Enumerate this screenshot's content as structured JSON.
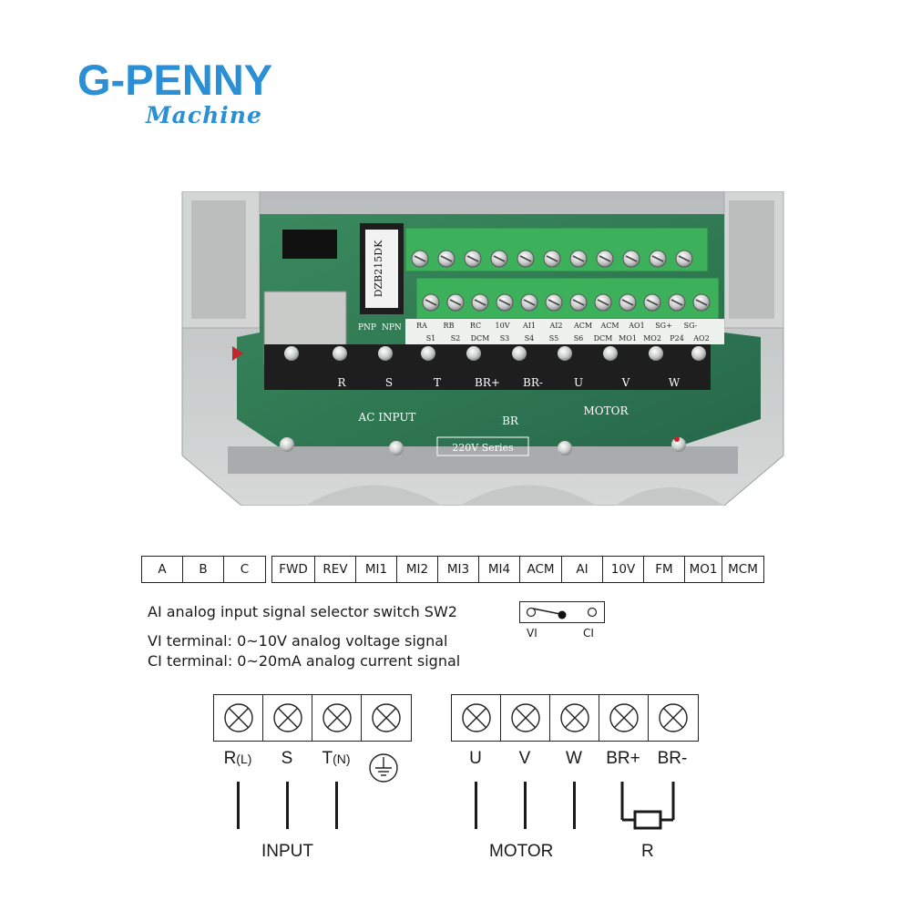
{
  "logo": {
    "main": "G-PENNY",
    "sub": "Machine"
  },
  "photo": {
    "board_code": "DZB215DK",
    "jumper_labels": [
      "PNP",
      "NPN"
    ],
    "control_top_labels": [
      "RA",
      "RB",
      "RC",
      "10V",
      "AI1",
      "AI2",
      "ACM",
      "ACM",
      "AO1",
      "SG+",
      "SG-"
    ],
    "control_bottom_labels": [
      "S1",
      "S2",
      "DCM",
      "S3",
      "S4",
      "S5",
      "S6",
      "DCM",
      "MO1",
      "MO2",
      "P24",
      "AO2"
    ],
    "power_labels": [
      "R",
      "S",
      "T",
      "BR+",
      "BR-",
      "U",
      "V",
      "W"
    ],
    "ac_input_label": "AC INPUT",
    "br_label": "BR",
    "motor_label": "MOTOR",
    "series_label": "220V Series",
    "colors": {
      "board": "#2f7a52",
      "terminal_green": "#3cb05a",
      "housing": "#c9cbcb"
    }
  },
  "control_strip_left": [
    "A",
    "B",
    "C"
  ],
  "control_strip_right": [
    "FWD",
    "REV",
    "MI1",
    "MI2",
    "MI3",
    "MI4",
    "ACM",
    "AI",
    "10V",
    "FM",
    "MO1",
    "MCM"
  ],
  "switch_info": {
    "title": "AI analog input signal selector switch SW2",
    "vi_text": "VI terminal: 0~10V analog voltage signal",
    "ci_text": "CI terminal: 0~20mA analog current signal",
    "vi_label": "VI",
    "ci_label": "CI"
  },
  "input_terminals": {
    "labels": [
      "R",
      "S",
      "T"
    ],
    "label_suffixes": [
      "(L)",
      "",
      "(N)"
    ],
    "group_label": "INPUT"
  },
  "motor_terminals": {
    "labels": [
      "U",
      "V",
      "W",
      "BR+",
      "BR-"
    ],
    "group_label": "MOTOR",
    "resistor_label": "R"
  }
}
